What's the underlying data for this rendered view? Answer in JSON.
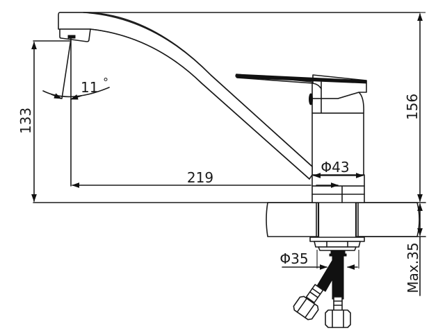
{
  "drawing": {
    "subject": "Single-lever kitchen faucet with swivel spout — side elevation technical drawing",
    "line_color": "#1a1a1a",
    "background": "#ffffff"
  },
  "dimensions": {
    "total_height": {
      "value": "156",
      "orientation": "vertical",
      "position": "right"
    },
    "spout_height": {
      "value": "133",
      "orientation": "vertical",
      "position": "left"
    },
    "spout_reach": {
      "value": "219",
      "orientation": "horizontal",
      "position": "middle"
    },
    "spray_angle": {
      "value": "11",
      "unit": "°",
      "position": "spout-outlet"
    },
    "body_diameter": {
      "value": "Φ43",
      "orientation": "horizontal",
      "position": "faucet-base"
    },
    "shank_diameter": {
      "value": "Φ35",
      "orientation": "horizontal",
      "position": "below-counter"
    },
    "max_counter_thickness": {
      "value": "Max.35",
      "orientation": "vertical",
      "position": "right-lower"
    }
  },
  "components": [
    {
      "name": "spout",
      "label": "Swivel spout"
    },
    {
      "name": "aerator",
      "label": "Aerator outlet"
    },
    {
      "name": "lever-handle",
      "label": "Single lever handle"
    },
    {
      "name": "faucet-body",
      "label": "Mixer body"
    },
    {
      "name": "countertop",
      "label": "Countertop section (hatched)"
    },
    {
      "name": "mounting-nut",
      "label": "Mounting nut"
    },
    {
      "name": "supply-hose-hot",
      "label": "Flexible supply hose"
    },
    {
      "name": "supply-hose-cold",
      "label": "Flexible supply hose"
    }
  ]
}
